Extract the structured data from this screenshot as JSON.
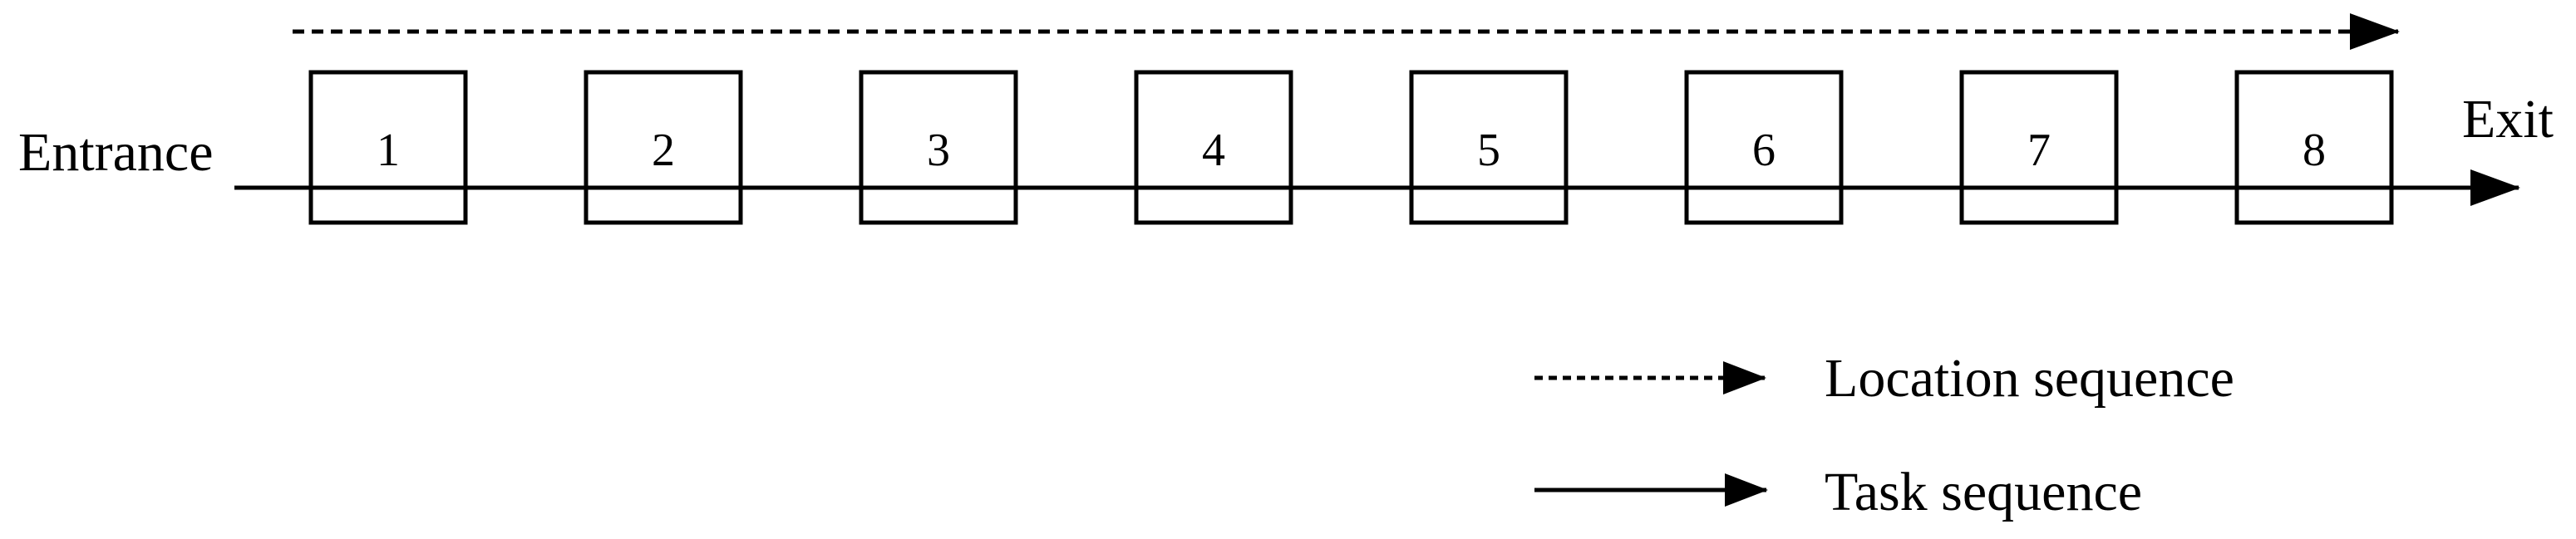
{
  "diagram": {
    "entrance_label": "Entrance",
    "exit_label": "Exit",
    "locations": [
      "1",
      "2",
      "3",
      "4",
      "5",
      "6",
      "7",
      "8"
    ],
    "legend": {
      "location_sequence": "Location sequence",
      "task_sequence": "Task sequence"
    },
    "colors": {
      "stroke": "#000000",
      "box_fill": "#ffffff",
      "background": "#ffffff"
    }
  }
}
